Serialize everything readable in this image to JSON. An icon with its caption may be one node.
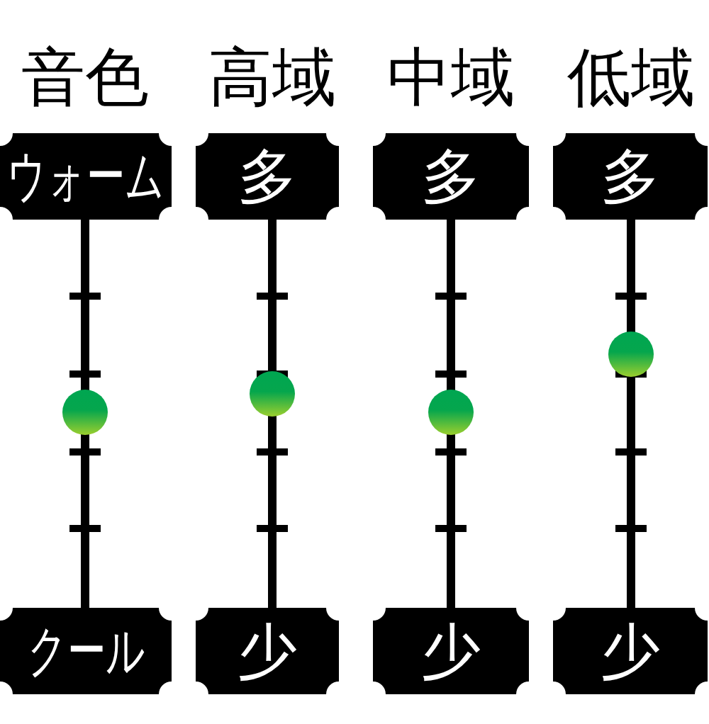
{
  "diagram": {
    "nodes": [
      {
        "text": [
          "ウォーム"
        ]
      },
      {
        "text": [
          "多"
        ]
      },
      {
        "text": [
          "多"
        ]
      },
      {
        "text": [
          "多"
        ]
      },
      {
        "text": [
          "クール"
        ]
      },
      {
        "text": [
          "少"
        ]
      },
      {
        "text": [
          "少"
        ]
      },
      {
        "text": [
          "少"
        ]
      }
    ],
    "edges": [
      {
        "from": 0,
        "to": 4,
        "arrow": "none"
      },
      {
        "from": 1,
        "to": 5,
        "arrow": "none"
      },
      {
        "from": 2,
        "to": 6,
        "arrow": "none"
      },
      {
        "from": 3,
        "to": 7,
        "arrow": "none"
      }
    ],
    "labels": [
      "音色",
      "高域",
      "中域",
      "低域"
    ]
  }
}
